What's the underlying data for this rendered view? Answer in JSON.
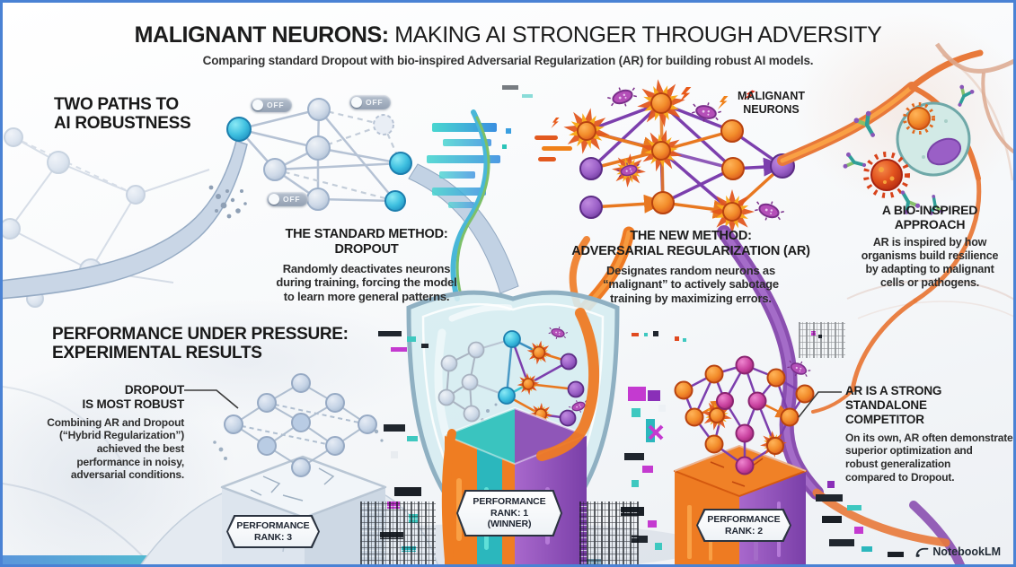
{
  "header": {
    "title_emphasis": "MALIGNANT NEURONS:",
    "title_rest": " MAKING AI STRONGER THROUGH ADVERSITY",
    "subtitle": "Comparing standard Dropout with bio-inspired Adversarial Regularization (AR) for building robust AI models."
  },
  "left_path": {
    "heading": "TWO PATHS TO\nAI ROBUSTNESS",
    "toggles": [
      "OFF",
      "OFF",
      "OFF"
    ],
    "method_title": "THE STANDARD METHOD:\nDROPOUT",
    "method_desc": "Randomly deactivates neurons\nduring training, forcing the model\nto learn more general patterns."
  },
  "right_path": {
    "label": "MALIGNANT\nNEURONS",
    "method_title": "THE NEW METHOD:\nADVERSARIAL REGULARIZATION (AR)",
    "method_desc": "Designates random neurons as\n“malignant” to actively sabotage\ntraining by maximizing errors."
  },
  "bio": {
    "heading": "A BIO-INSPIRED\nAPPROACH",
    "desc": "AR is inspired by how\norganisms build resilience\nby adapting to malignant\ncells or pathogens."
  },
  "results": {
    "heading": "PERFORMANCE UNDER PRESSURE:\nEXPERIMENTAL RESULTS",
    "dropout_note": {
      "title": "DROPOUT\nIS MOST ROBUST",
      "desc": "Combining AR and Dropout\n(“Hybrid Regularization”)\nachieved the best\nperformance in noisy,\nadversarial conditions."
    },
    "ar_note": {
      "title": "AR IS A STRONG\nSTANDALONE\nCOMPETITOR",
      "desc": "On its own, AR often demonstrated\nsuperior optimization and\nrobust generalization\ncompared to Dropout."
    },
    "ranks": [
      {
        "label": "PERFORMANCE\nRANK: 3"
      },
      {
        "label": "PERFORMANCE\nRANK: 1\n(WINNER)"
      },
      {
        "label": "PERFORMANCE\nRANK: 2"
      }
    ]
  },
  "footer": {
    "brand": "NotebookLM"
  },
  "palette": {
    "frame_border": "#4a82d4",
    "accent_orange": "#ef7b25",
    "accent_purple": "#8a4fb0",
    "accent_teal": "#3ac4bf",
    "network_blue_grey": "#c9d6e6",
    "glitch_magenta": "#c43ad0",
    "glitch_teal": "#3ec8c0",
    "text_dark": "#1c1c1c",
    "badge_border": "#2b3340"
  },
  "icons": {
    "shield": "shield-icon",
    "off_toggle": "off-toggle",
    "bacteria": "bacteria-icon",
    "virus": "virus-icon",
    "immune_cell": "immune-cell-icon",
    "antibody": "antibody-icon",
    "lightning": "lightning-icon",
    "brand_logo": "notebooklm-logo-icon"
  }
}
